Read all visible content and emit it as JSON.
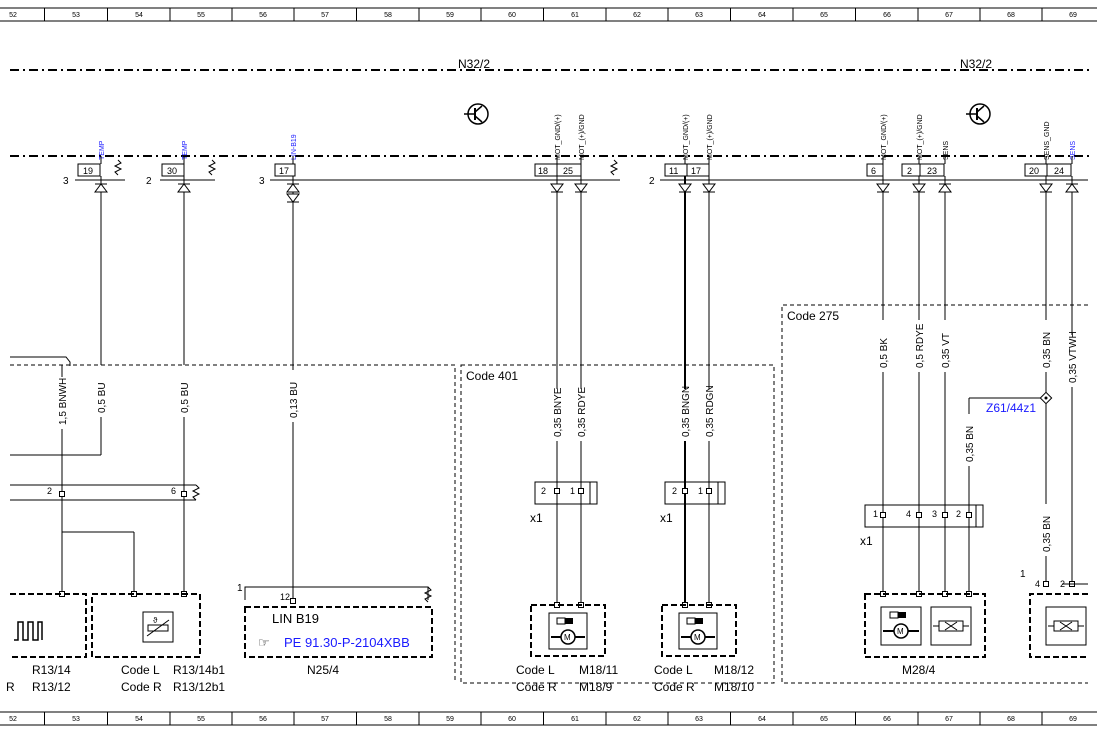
{
  "columns": [
    "52",
    "53",
    "54",
    "55",
    "56",
    "57",
    "58",
    "59",
    "60",
    "61",
    "62",
    "63",
    "64",
    "65",
    "66",
    "67",
    "68",
    "69"
  ],
  "header": {
    "left_module": "N32/2",
    "right_module": "N32/2"
  },
  "pin_groups": [
    "3",
    "2",
    "3",
    "2"
  ],
  "pins": {
    "p19": "19",
    "p30": "30",
    "p17a": "17",
    "p18": "18",
    "p25": "25",
    "p11": "11",
    "p17b": "17",
    "p6": "6",
    "p2": "2",
    "p23": "23",
    "p20": "20",
    "p24": "24"
  },
  "signals": {
    "temp1": "TEMP",
    "temp2": "TEMP",
    "lin": "LIN-B19",
    "motgnd1": "MOT_GND/(+)",
    "motygnd1": "MOT_(+)/GND",
    "motgnd2": "MOT_GND/(+)",
    "motygnd2": "MOT_(+)/GND",
    "motgnd3": "MOT_GND/(+)",
    "motygnd3": "MOT_(+)/GND",
    "sens": "SENS",
    "sensgnd": "SENS_GND",
    "sens2": "SENS"
  },
  "wires": {
    "w1": "1,5 BNWH",
    "w2": "0,5 BU",
    "w3": "0,5 BU",
    "w4": "0,13 BU",
    "w5": "0,35 BNYE",
    "w6": "0,35 RDYE",
    "w7": "0,35 BNGN",
    "w8": "0,35 RDGN",
    "w9": "0,5 BK",
    "w10": "0,5 RDYE",
    "w11": "0,35 VT",
    "w12": "0,35 BN",
    "w13": "0,35 VTWH",
    "w14": "0,35 BN",
    "w15": "0,35 BN"
  },
  "codes": {
    "c401": "Code 401",
    "c275": "Code 275"
  },
  "splice": "Z61/44z1",
  "connectors": {
    "x1a": "x1",
    "x1b": "x1",
    "x1c": "x1",
    "pa2": "2",
    "pa1": "1",
    "pb2": "2",
    "pb1": "1",
    "pc1": "1",
    "pc4": "4",
    "pc3": "3",
    "pc2": "2",
    "r2": "2",
    "r6": "6",
    "n12": "12",
    "n1": "1",
    "m1": "1",
    "m4": "4",
    "m2": "2"
  },
  "components": {
    "r13_14": "R13/14",
    "r13_12": "R13/12",
    "r_prefix": "R",
    "code_l1": "Code L",
    "r13_14b1": "R13/14b1",
    "code_r1": "Code R",
    "r13_12b1": "R13/12b1",
    "lin_b19": "LIN B19",
    "pe_ref": "PE 91.30-P-2104XBB",
    "n25_4": "N25/4",
    "code_l2": "Code L",
    "m18_11": "M18/11",
    "code_r2": "Code R",
    "m18_9": "M18/9",
    "code_l3": "Code L",
    "m18_12": "M18/12",
    "code_r3": "Code R",
    "m18_10": "M18/10",
    "m28_4": "M28/4"
  },
  "colors": {
    "line": "#000000",
    "link": "#1a1aff"
  },
  "icons": [
    "transistor-icon",
    "resistor-icon",
    "motor-icon",
    "actuator-icon",
    "hand-pointer-icon",
    "square-wave-icon"
  ]
}
